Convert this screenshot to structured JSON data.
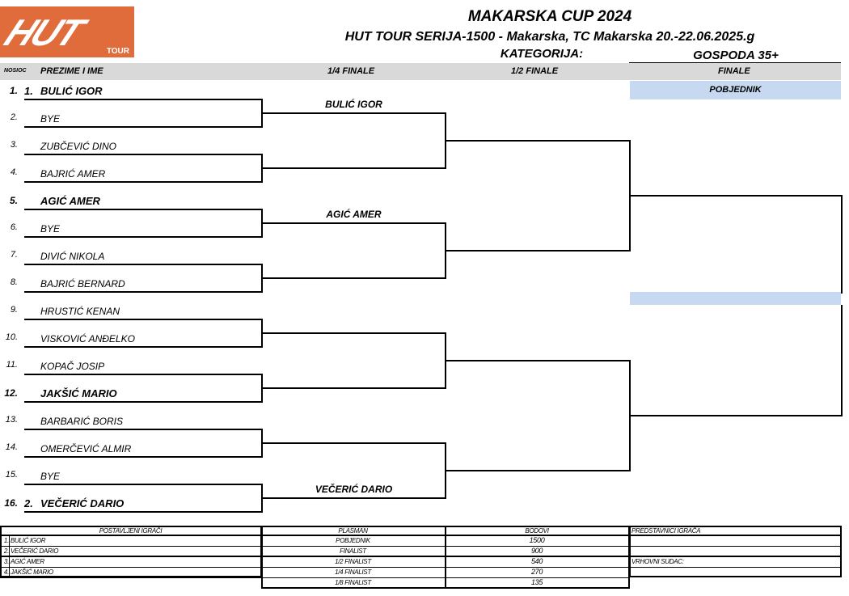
{
  "logo": {
    "main": "HUT",
    "sub": "TOUR"
  },
  "header": {
    "title": "MAKARSKA CUP 2024",
    "subtitle": "HUT TOUR SERIJA-1500 - Makarska, TC Makarska 20.-22.06.2025.g",
    "category_label": "KATEGORIJA:",
    "category_value": "GOSPODA 35+"
  },
  "columns": {
    "seed": "NOSIOC",
    "name": "PREZIME I IME",
    "qf": "1/4 FINALE",
    "sf": "1/2 FINALE",
    "final": "FINALE",
    "winner": "POBJEDNIK"
  },
  "players": [
    {
      "no": "1.",
      "seed": "1.",
      "name": "BULIĆ IGOR",
      "bold": true
    },
    {
      "no": "2.",
      "name": "BYE"
    },
    {
      "no": "3.",
      "name": "ZUBČEVIĆ DINO"
    },
    {
      "no": "4.",
      "name": "BAJRIĆ AMER"
    },
    {
      "no": "5.",
      "name": "AGIĆ AMER",
      "bold": true
    },
    {
      "no": "6.",
      "name": "BYE"
    },
    {
      "no": "7.",
      "name": "DIVIĆ NIKOLA"
    },
    {
      "no": "8.",
      "name": "BAJRIĆ BERNARD"
    },
    {
      "no": "9.",
      "name": "HRUSTIĆ KENAN"
    },
    {
      "no": "10.",
      "name": "VISKOVIĆ ANĐELKO"
    },
    {
      "no": "11.",
      "name": "KOPAČ JOSIP"
    },
    {
      "no": "12.",
      "name": "JAKŠIĆ MARIO",
      "bold": true
    },
    {
      "no": "13.",
      "name": "BARBARIĆ BORIS"
    },
    {
      "no": "14.",
      "name": "OMERČEVIĆ ALMIR"
    },
    {
      "no": "15.",
      "name": "BYE"
    },
    {
      "no": "16.",
      "seed": "2.",
      "name": "VEČERIĆ DARIO",
      "bold": true
    }
  ],
  "second_round": [
    "BULIĆ IGOR",
    "AGIĆ AMER",
    "VEČERIĆ DARIO"
  ],
  "summary": {
    "seeded_header": "POSTAVLJENI IGRAČI",
    "seeded": [
      {
        "no": "1.",
        "name": "BULIĆ IGOR"
      },
      {
        "no": "2.",
        "name": "VEČERIĆ DARIO"
      },
      {
        "no": "3.",
        "name": "AGIĆ AMER"
      },
      {
        "no": "4.",
        "name": "JAKŠIĆ MARIO"
      }
    ],
    "placement_header": "PLASMAN",
    "points_header": "BODOVI",
    "placements": [
      {
        "label": "POBJEDNIK",
        "points": "1500"
      },
      {
        "label": "FINALIST",
        "points": "900"
      },
      {
        "label": "1/2 FINALIST",
        "points": "540"
      },
      {
        "label": "1/4 FINALIST",
        "points": "270"
      },
      {
        "label": "1/8 FINALIST",
        "points": "135"
      }
    ],
    "reps": "PREDSTAVNICI IGRAČA",
    "referee": "VRHOVNI SUDAC:"
  }
}
